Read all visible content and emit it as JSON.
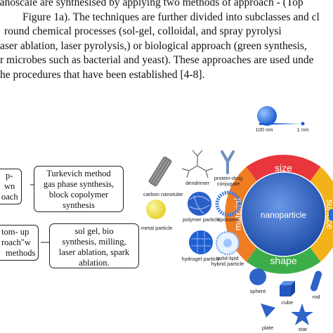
{
  "paragraph": {
    "lines": [
      "nanoscale are synthesised by applying two methods of approach - (Top",
      "Figure 1a). The techniques are further divided into subclasses and cl",
      "round chemical processes (sol-gel, colloidal, and spray pyrolysi",
      "aser ablation, laser pyrolysis,) or biological approach (green synthesis,",
      "r microbes such as bacterial and yeast). These approaches are used unde",
      "he procedures that have been established [4-8]."
    ]
  },
  "flowchart": {
    "top_down_label": [
      "p-",
      "wn",
      "oach"
    ],
    "top_down_box": [
      "Turkevich method",
      "gas phase synthesis,",
      "block copolymer",
      "synthesis"
    ],
    "bottom_up_label": [
      "tom- up",
      "roach\"w",
      "methods"
    ],
    "bottom_up_box": [
      "sol gel, bio",
      "synthesis, milling,",
      "laser ablation, spark",
      "ablation."
    ]
  },
  "figure": {
    "center": "nanoparticle",
    "ring": {
      "top": "size",
      "left": "material",
      "right": "surface",
      "bottom": "shape"
    },
    "scale": {
      "large": "100 nm",
      "small": "1 nm"
    },
    "materials": [
      "dendrimer",
      "protein-drug conjugate",
      "carbon nanotube",
      "polymer particle",
      "liposome",
      "metal particle",
      "hydrogel particle",
      "solid-lipid hybrid particle"
    ],
    "shapes": [
      "sphere",
      "cube",
      "rod",
      "plate",
      "star"
    ],
    "colors": {
      "size": "#e8363c",
      "surface": "#f3b21a",
      "shape": "#3cae49",
      "material": "#f07c23",
      "core": "#2f63c8",
      "accent": "#1f6fd6"
    }
  }
}
